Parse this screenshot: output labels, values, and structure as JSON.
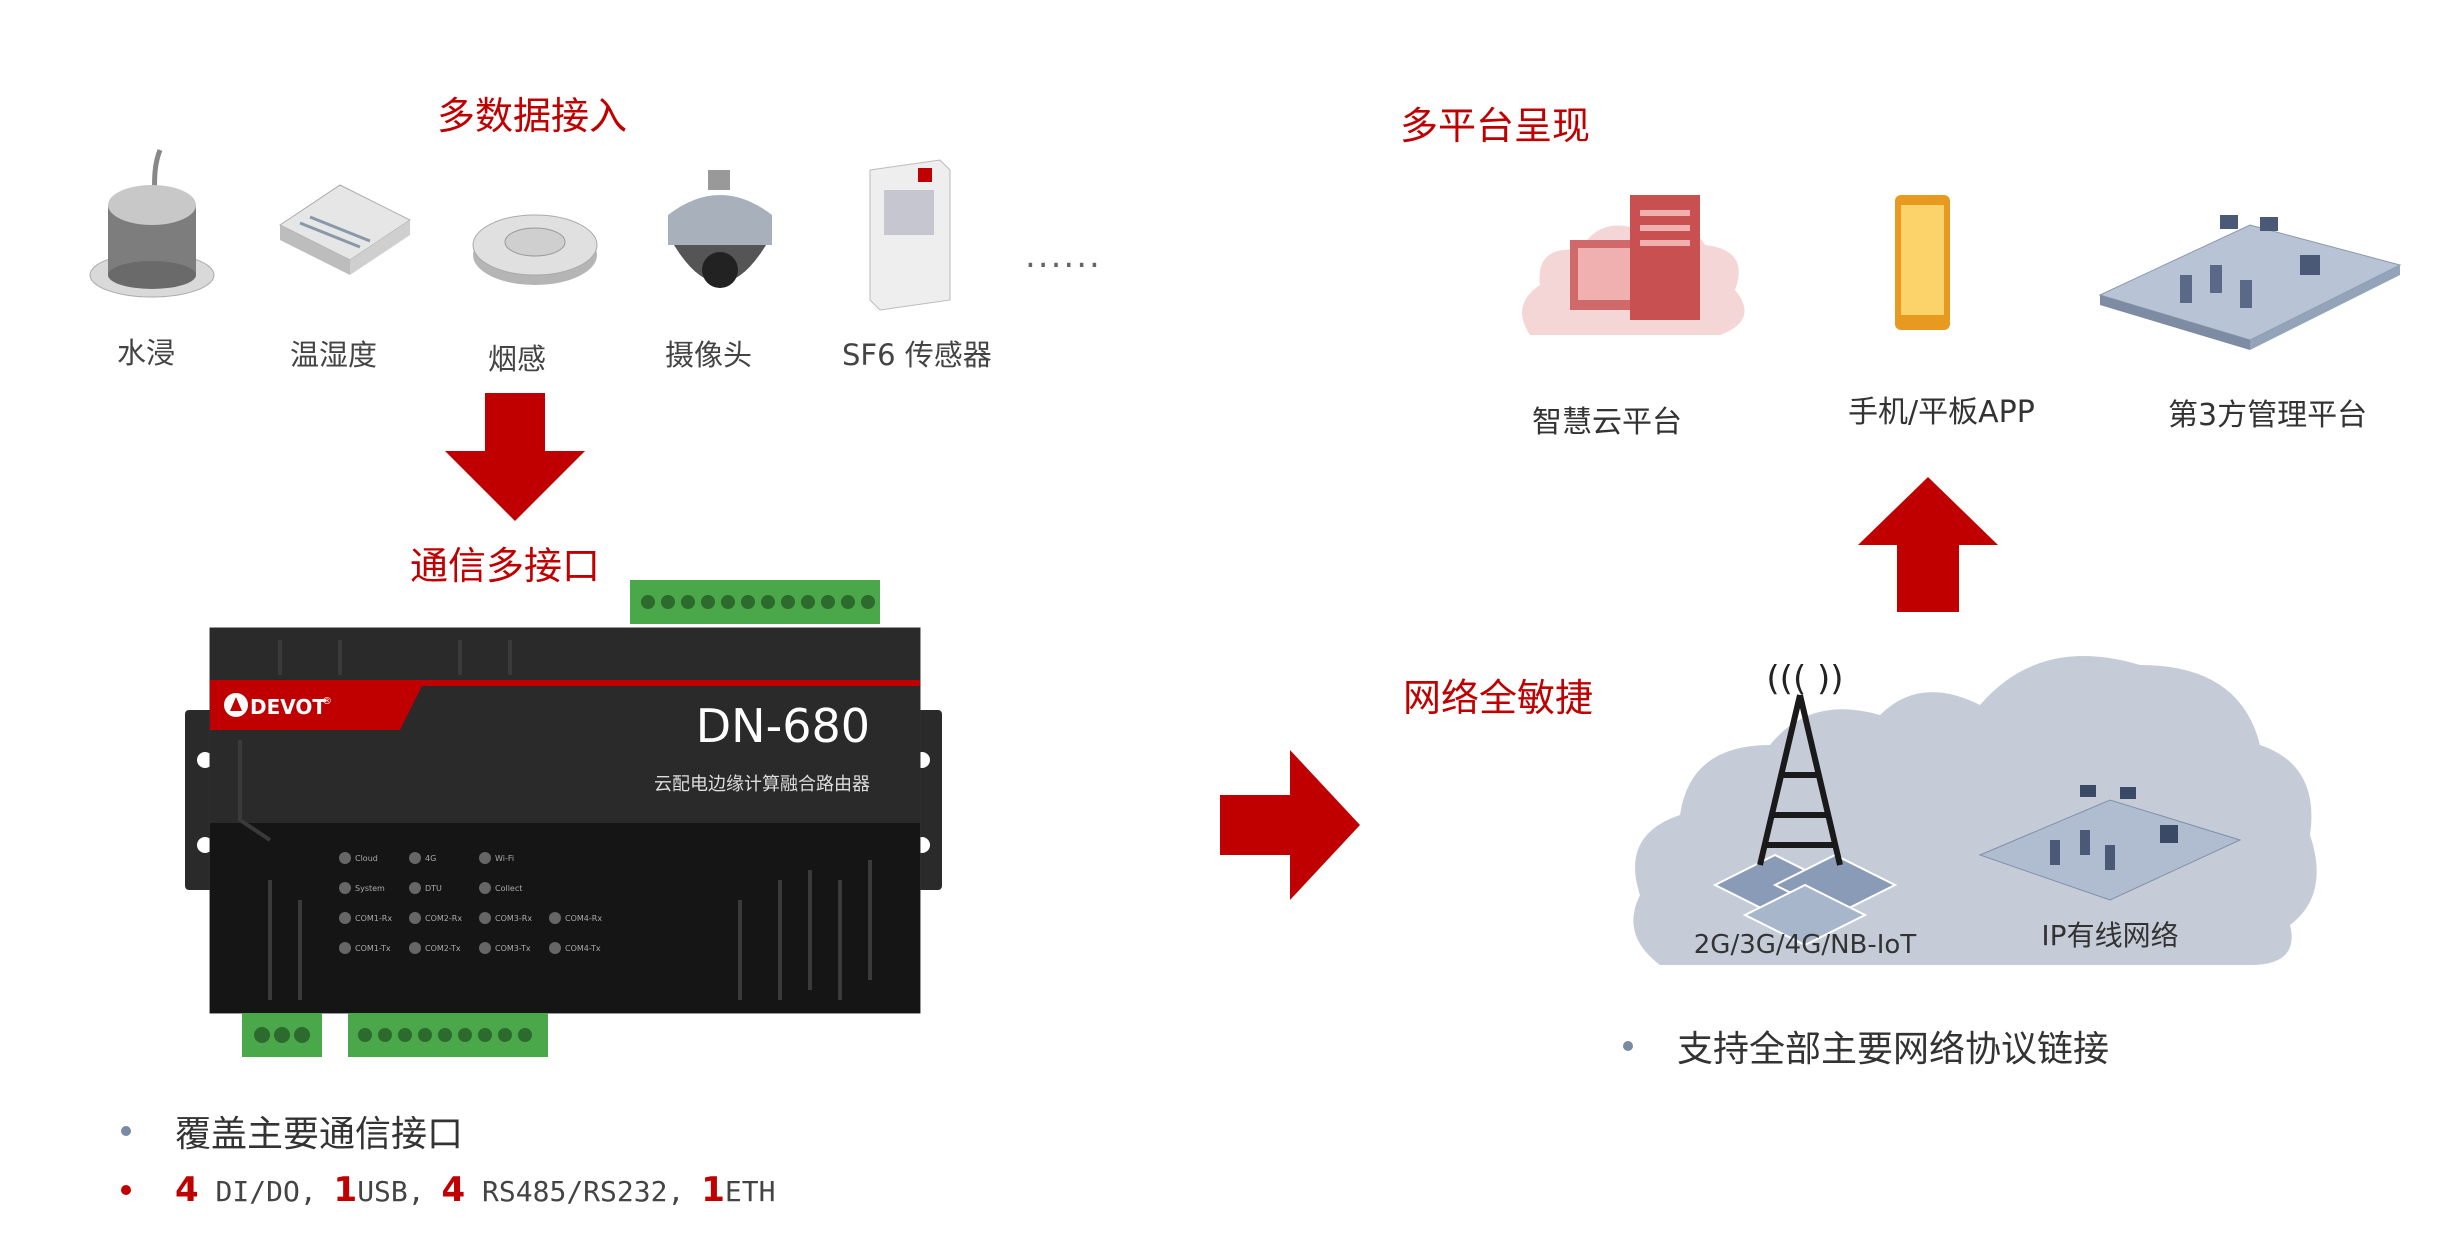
{
  "left": {
    "title": "多数据接入",
    "sensors": [
      {
        "label": "水浸",
        "icon": "water-sensor-icon"
      },
      {
        "label": "温湿度",
        "icon": "temp-humidity-sensor-icon"
      },
      {
        "label": "烟感",
        "icon": "smoke-detector-icon"
      },
      {
        "label": "摄像头",
        "icon": "camera-icon"
      },
      {
        "label": "SF6 传感器",
        "icon": "sf6-sensor-icon"
      }
    ],
    "ellipsis": "......",
    "interface_title": "通信多接口",
    "device": {
      "brand": "DEVOT",
      "registered": "®",
      "model": "DN-680",
      "subtitle": "云配电边缘计算融合路由器",
      "leds": [
        [
          "Cloud",
          "4G",
          "Wi-Fi"
        ],
        [
          "System",
          "DTU",
          "Collect"
        ],
        [
          "COM1-Rx",
          "COM2-Rx",
          "COM3-Rx",
          "COM4-Rx"
        ],
        [
          "COM1-Tx",
          "COM2-Tx",
          "COM3-Tx",
          "COM4-Tx"
        ]
      ]
    },
    "bullets": {
      "b1": "覆盖主要通信接口",
      "b2": {
        "n1": "4",
        "t1": " DI/DO, ",
        "n2": "1",
        "t2": "USB, ",
        "n3": "4",
        "t3": " RS485/RS232, ",
        "n4": "1",
        "t4": "ETH"
      }
    }
  },
  "right": {
    "title": "多平台呈现",
    "platforms": [
      {
        "label": "智慧云平台",
        "icon": "cloud-server-icon"
      },
      {
        "label": "手机/平板APP",
        "icon": "tablet-icon"
      },
      {
        "label": "第3方管理平台",
        "icon": "network-platform-icon"
      }
    ],
    "network_title": "网络全敏捷",
    "network": {
      "tower_label": "2G/3G/4G/NB-IoT",
      "wired_label": "IP有线网络",
      "signal": "((( ))"
    },
    "bullet": "支持全部主要网络协议链接"
  },
  "colors": {
    "accent": "#c00000",
    "cloud": "#c5ccd8",
    "device_body": "#1e1e1e",
    "terminal_green": "#4aa84a",
    "app_gold": "#f4b63c"
  }
}
